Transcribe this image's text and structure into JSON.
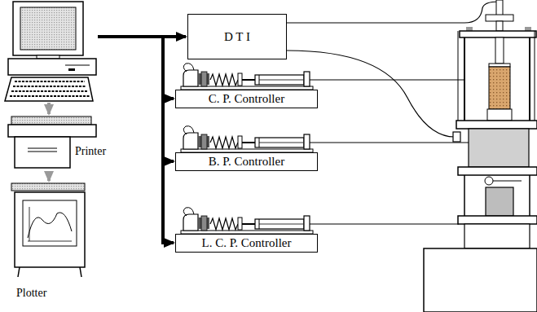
{
  "diagram": {
    "nodes": [
      {
        "text": [
          "Printer"
        ]
      },
      {
        "text": [
          "Plotter"
        ]
      },
      {
        "text": [
          "D T I"
        ]
      },
      {
        "text": [
          "C. P. Controller"
        ]
      },
      {
        "text": [
          "B. P. Controller"
        ]
      },
      {
        "text": [
          "L. C. P. Controller"
        ]
      }
    ],
    "edges": [
      {
        "from": 0,
        "to": 1,
        "arrow": "to"
      }
    ]
  }
}
